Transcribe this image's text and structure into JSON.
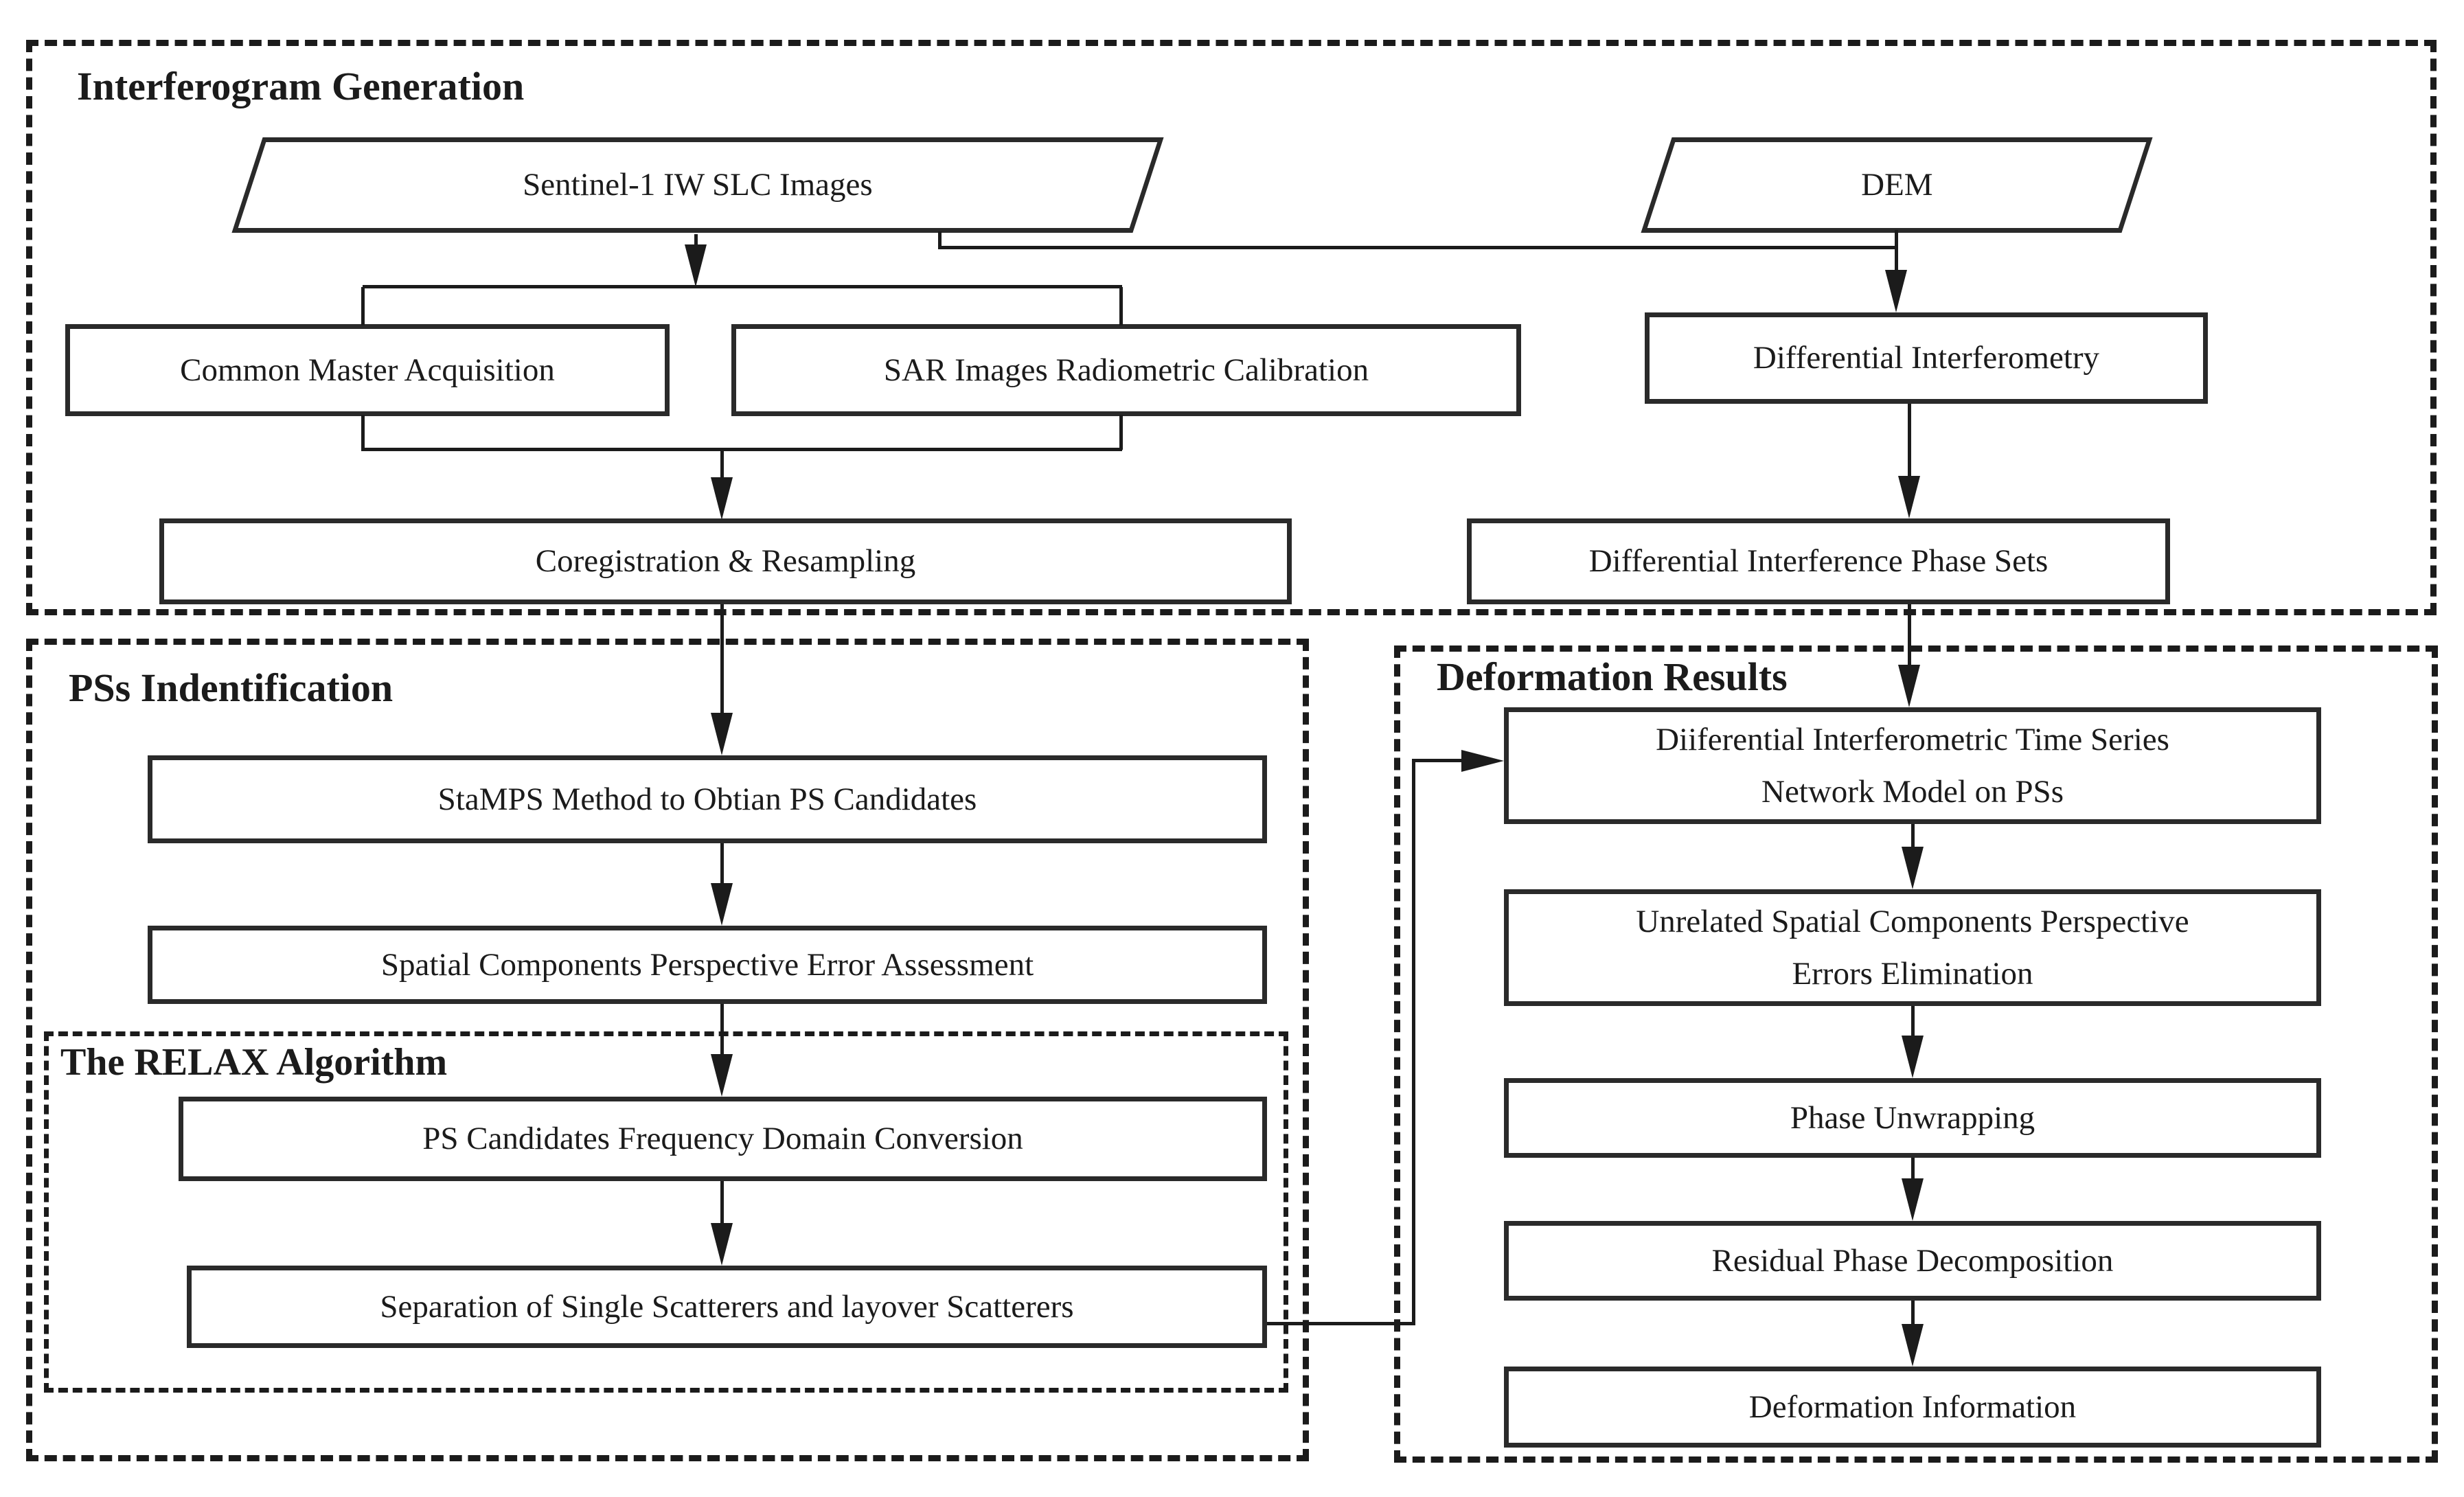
{
  "colors": {
    "ink": "#1b1b1b",
    "background": "#ffffff"
  },
  "sections": {
    "interferogram": {
      "title": "Interferogram Generation"
    },
    "pss": {
      "title": "PSs Indentification"
    },
    "relax": {
      "title": "The RELAX Algorithm"
    },
    "deformation": {
      "title": "Deformation Results"
    }
  },
  "nodes": {
    "sentinel": {
      "label": "Sentinel-1 IW SLC Images",
      "shape": "parallelogram"
    },
    "dem": {
      "label": "DEM",
      "shape": "parallelogram"
    },
    "common_master": {
      "label": "Common Master Acquisition",
      "shape": "rect"
    },
    "sar_calibration": {
      "label": "SAR Images Radiometric Calibration",
      "shape": "rect"
    },
    "diff_interferometry": {
      "label": "Differential Interferometry",
      "shape": "rect"
    },
    "coregistration": {
      "label": "Coregistration & Resampling",
      "shape": "rect"
    },
    "diff_phase_sets": {
      "label": "Differential Interference Phase Sets",
      "shape": "rect"
    },
    "stamps": {
      "label": "StaMPS Method to Obtian PS Candidates",
      "shape": "rect"
    },
    "spatial_error": {
      "label": "Spatial Components Perspective Error Assessment",
      "shape": "rect"
    },
    "ps_freq": {
      "label": "PS Candidates Frequency Domain Conversion",
      "shape": "rect"
    },
    "separation": {
      "label": "Separation of Single Scatterers and layover Scatterers",
      "shape": "rect"
    },
    "network_model": {
      "label": "Diiferential Interferometric Time Series\nNetwork Model on PSs",
      "shape": "rect"
    },
    "unrelated_errors": {
      "label": "Unrelated Spatial Components Perspective\nErrors  Elimination",
      "shape": "rect"
    },
    "phase_unwrapping": {
      "label": "Phase Unwrapping",
      "shape": "rect"
    },
    "residual_phase": {
      "label": "Residual Phase Decomposition",
      "shape": "rect"
    },
    "deformation_info": {
      "label": "Deformation Information",
      "shape": "rect"
    }
  }
}
